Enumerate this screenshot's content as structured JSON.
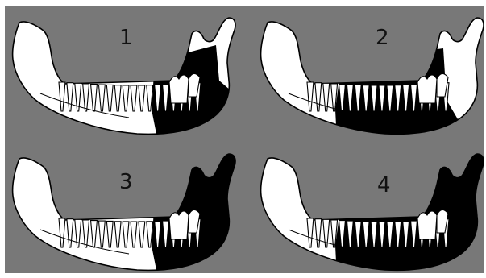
{
  "panels": [
    {
      "number": "1",
      "shaded_region": "posterior-body-and-ramus-lower"
    },
    {
      "number": "2",
      "shaded_region": "body-anterior-to-ramus"
    },
    {
      "number": "3",
      "shaded_region": "posterior-body-and-full-ramus"
    },
    {
      "number": "4",
      "shaded_region": "body-and-full-ramus"
    }
  ],
  "colors": {
    "background": "#787878",
    "bone": "#ffffff",
    "shaded": "#000000",
    "outline": "#000000"
  }
}
